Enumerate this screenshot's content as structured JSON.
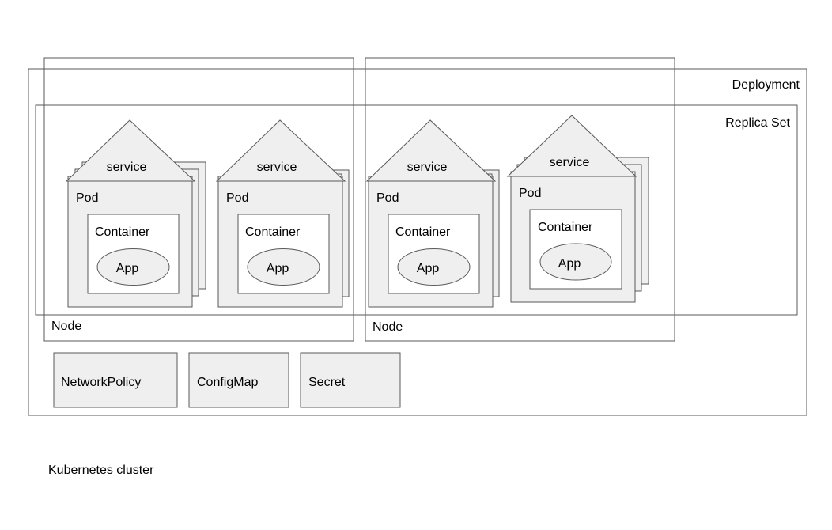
{
  "cluster_label": "Kubernetes cluster",
  "deployment_label": "Deployment",
  "replica_set_label": "Replica Set",
  "nodes": [
    {
      "label": "Node",
      "pods": [
        {
          "service_label": "service",
          "pod_label": "Pod",
          "container_label": "Container",
          "app_label": "App"
        },
        {
          "service_label": "service",
          "pod_label": "Pod",
          "container_label": "Container",
          "app_label": "App"
        }
      ]
    },
    {
      "label": "Node",
      "pods": [
        {
          "service_label": "service",
          "pod_label": "Pod",
          "container_label": "Container",
          "app_label": "App"
        },
        {
          "service_label": "service",
          "pod_label": "Pod",
          "container_label": "Container",
          "app_label": "App"
        }
      ]
    }
  ],
  "resources": [
    {
      "label": "NetworkPolicy"
    },
    {
      "label": "ConfigMap"
    },
    {
      "label": "Secret"
    }
  ],
  "colors": {
    "box_fill": "#efefef",
    "stroke": "#595959",
    "background": "#ffffff"
  }
}
